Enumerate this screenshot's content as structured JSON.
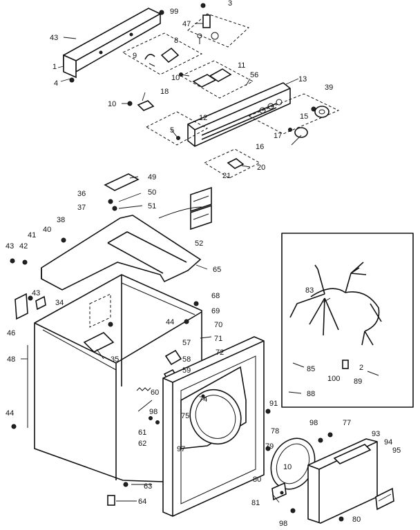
{
  "labels": [
    {
      "id": "3",
      "text": "3"
    },
    {
      "id": "99a",
      "text": "99"
    },
    {
      "id": "43a",
      "text": "43"
    },
    {
      "id": "47",
      "text": "47"
    },
    {
      "id": "8",
      "text": "8"
    },
    {
      "id": "9",
      "text": "9"
    },
    {
      "id": "1",
      "text": "1"
    },
    {
      "id": "4",
      "text": "4"
    },
    {
      "id": "10a",
      "text": "10"
    },
    {
      "id": "11",
      "text": "11"
    },
    {
      "id": "56",
      "text": "56"
    },
    {
      "id": "13",
      "text": "13"
    },
    {
      "id": "39",
      "text": "39"
    },
    {
      "id": "18",
      "text": "18"
    },
    {
      "id": "10b",
      "text": "10"
    },
    {
      "id": "12",
      "text": "12"
    },
    {
      "id": "15",
      "text": "15"
    },
    {
      "id": "5",
      "text": "5"
    },
    {
      "id": "17",
      "text": "17"
    },
    {
      "id": "16",
      "text": "16"
    },
    {
      "id": "21",
      "text": "21"
    },
    {
      "id": "20",
      "text": "20"
    },
    {
      "id": "49",
      "text": "49"
    },
    {
      "id": "36",
      "text": "36"
    },
    {
      "id": "50",
      "text": "50"
    },
    {
      "id": "37",
      "text": "37"
    },
    {
      "id": "51",
      "text": "51"
    },
    {
      "id": "38",
      "text": "38"
    },
    {
      "id": "52",
      "text": "52"
    },
    {
      "id": "41",
      "text": "41"
    },
    {
      "id": "40",
      "text": "40"
    },
    {
      "id": "43b",
      "text": "43"
    },
    {
      "id": "42",
      "text": "42"
    },
    {
      "id": "65",
      "text": "65"
    },
    {
      "id": "43c",
      "text": "43"
    },
    {
      "id": "34",
      "text": "34"
    },
    {
      "id": "68",
      "text": "68"
    },
    {
      "id": "69",
      "text": "69"
    },
    {
      "id": "46",
      "text": "46"
    },
    {
      "id": "44a",
      "text": "44"
    },
    {
      "id": "70",
      "text": "70"
    },
    {
      "id": "71",
      "text": "71"
    },
    {
      "id": "48",
      "text": "48"
    },
    {
      "id": "35",
      "text": "35"
    },
    {
      "id": "57",
      "text": "57"
    },
    {
      "id": "72",
      "text": "72"
    },
    {
      "id": "58",
      "text": "58"
    },
    {
      "id": "59",
      "text": "59"
    },
    {
      "id": "60",
      "text": "60"
    },
    {
      "id": "74",
      "text": "74"
    },
    {
      "id": "75",
      "text": "75"
    },
    {
      "id": "98a",
      "text": "98"
    },
    {
      "id": "44b",
      "text": "44"
    },
    {
      "id": "61",
      "text": "61"
    },
    {
      "id": "62",
      "text": "62"
    },
    {
      "id": "97",
      "text": "97"
    },
    {
      "id": "91",
      "text": "91"
    },
    {
      "id": "98b",
      "text": "98"
    },
    {
      "id": "77",
      "text": "77"
    },
    {
      "id": "78",
      "text": "78"
    },
    {
      "id": "93",
      "text": "93"
    },
    {
      "id": "94",
      "text": "94"
    },
    {
      "id": "95",
      "text": "95"
    },
    {
      "id": "10c",
      "text": "10"
    },
    {
      "id": "79",
      "text": "79"
    },
    {
      "id": "63",
      "text": "63"
    },
    {
      "id": "80a",
      "text": "80"
    },
    {
      "id": "81",
      "text": "81"
    },
    {
      "id": "64",
      "text": "64"
    },
    {
      "id": "98c",
      "text": "98"
    },
    {
      "id": "80b",
      "text": "80"
    },
    {
      "id": "83",
      "text": "83"
    },
    {
      "id": "85",
      "text": "85"
    },
    {
      "id": "2",
      "text": "2"
    },
    {
      "id": "100",
      "text": "100"
    },
    {
      "id": "89",
      "text": "89"
    },
    {
      "id": "88",
      "text": "88"
    }
  ]
}
